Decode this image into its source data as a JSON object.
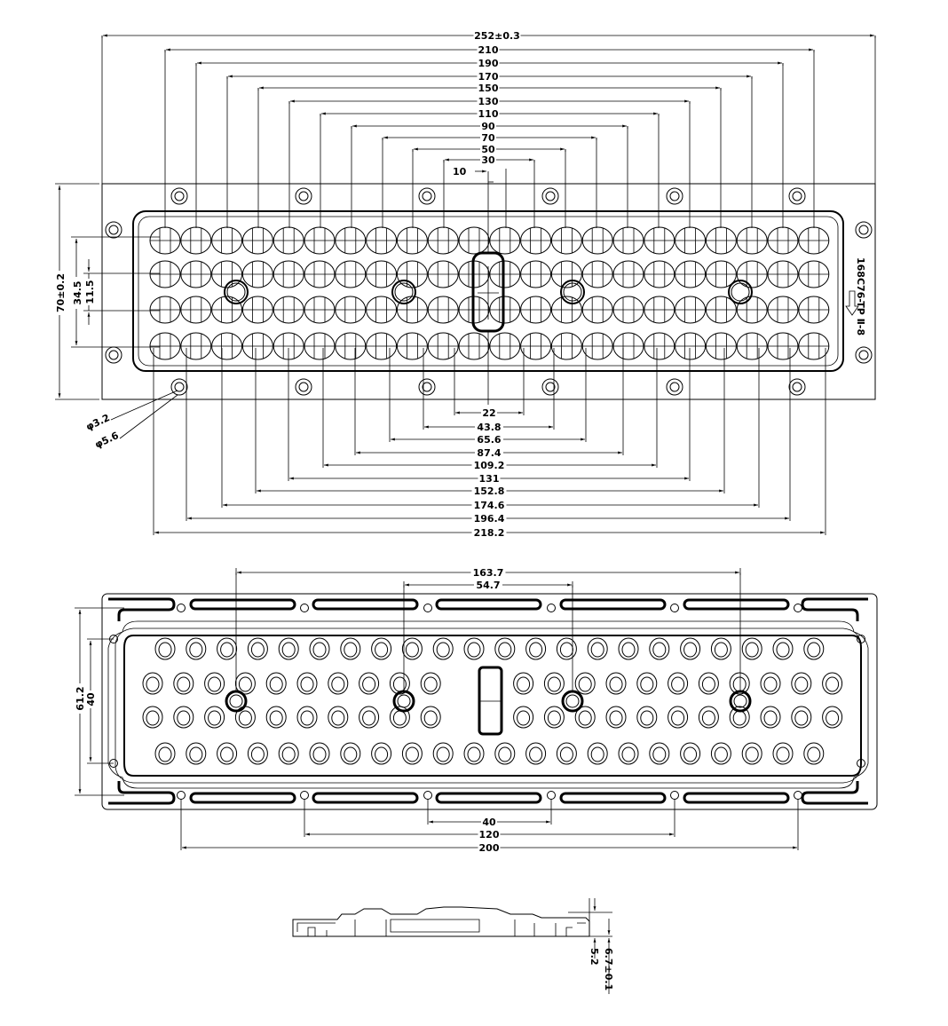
{
  "top_view": {
    "dims_top": [
      "252±0.3",
      "210",
      "190",
      "170",
      "150",
      "130",
      "110",
      "90",
      "70",
      "50",
      "30",
      "10"
    ],
    "dims_bottom": [
      "22",
      "43.8",
      "65.6",
      "87.4",
      "109.2",
      "131",
      "152.8",
      "174.6",
      "196.4",
      "218.2"
    ],
    "dims_left": [
      "70±0.2",
      "34.5",
      "11.5"
    ],
    "hole_labels": [
      "φ3.2",
      "φ5.6"
    ],
    "part_number": "168C76-TP Ⅱ-8"
  },
  "bottom_view": {
    "dims_top": [
      "163.7",
      "54.7"
    ],
    "dims_bottom": [
      "40",
      "120",
      "200"
    ],
    "dims_left": [
      "61.2",
      "40"
    ]
  },
  "side_view": {
    "dims": [
      "6.7±0.1",
      "5.2"
    ]
  }
}
